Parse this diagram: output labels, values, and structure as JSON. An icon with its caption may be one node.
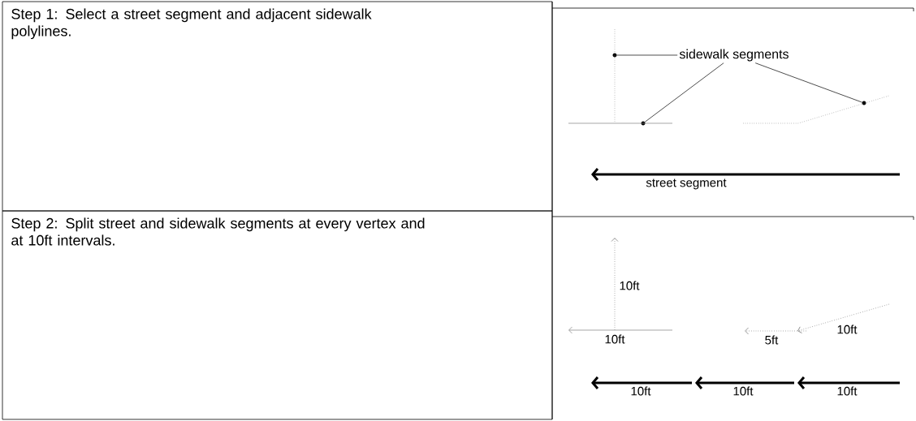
{
  "diagram": {
    "nodes": [
      {
        "text": [
          "sidewalk segments"
        ]
      },
      {
        "text": [],
        "shape": "circle"
      },
      {
        "text": [],
        "shape": "circle"
      },
      {
        "text": [],
        "shape": "circle"
      }
    ],
    "edges": [
      {
        "from": 0,
        "to": 1,
        "arrow": "none"
      },
      {
        "from": 0,
        "to": 2,
        "arrow": "none"
      },
      {
        "from": 0,
        "to": 3,
        "arrow": "none"
      }
    ],
    "labels": [
      "Step 1: Select a street segment and adjacent sidewalk polylines.",
      "street segment",
      "Step 2: Split street and sidewalk segments at every vertex and at 10ft intervals.",
      "10ft",
      "10ft",
      "10ft",
      "5ft",
      "10ft",
      "10ft",
      "10ft"
    ]
  }
}
